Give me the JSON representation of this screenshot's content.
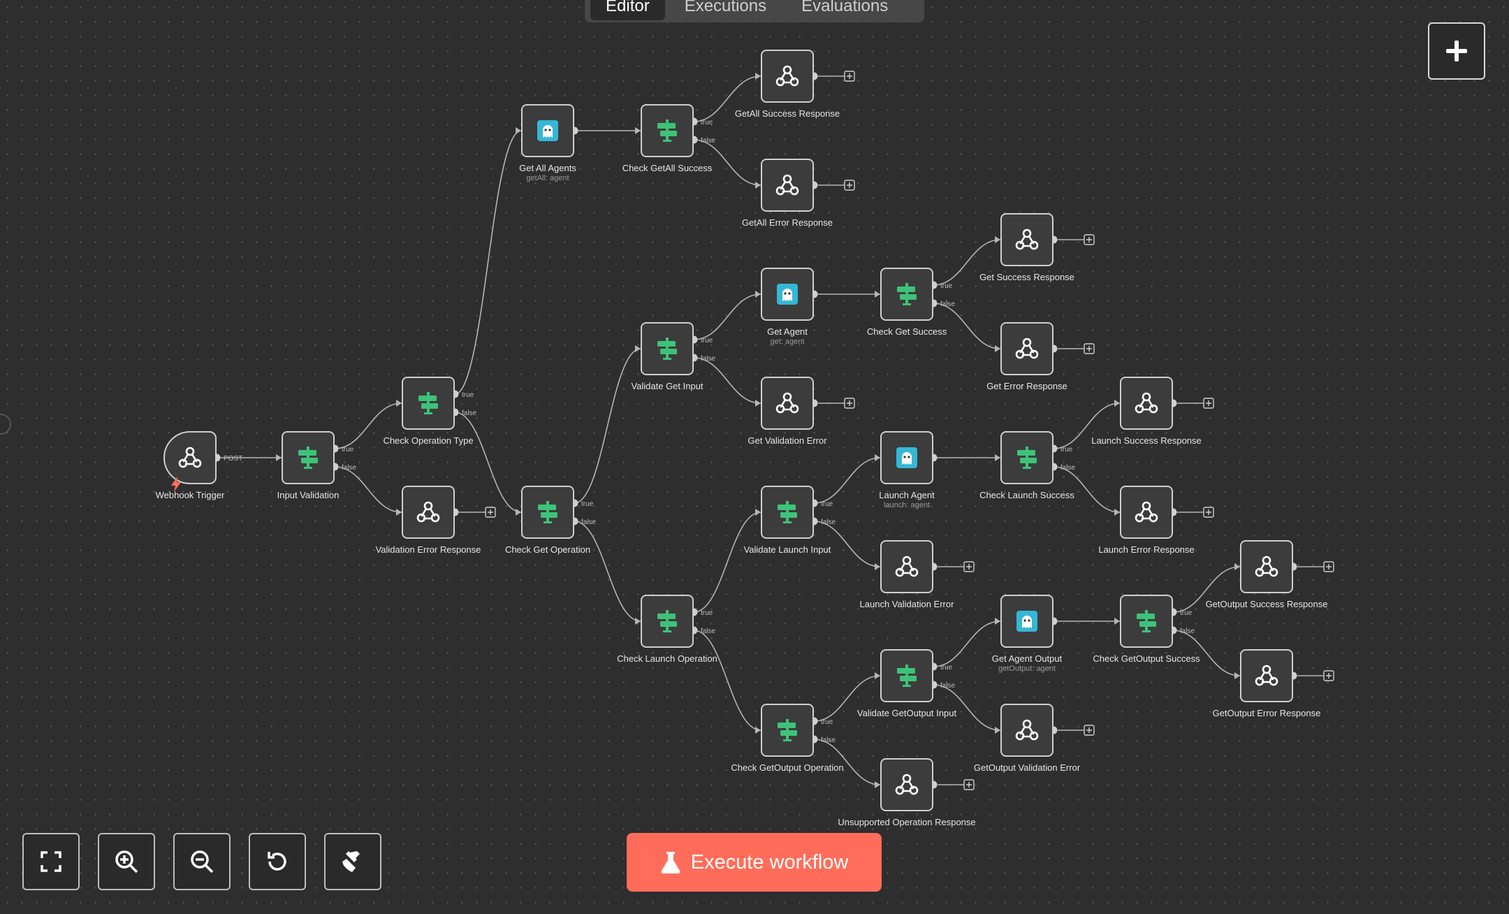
{
  "tabs": [
    "Editor",
    "Executions",
    "Evaluations"
  ],
  "nodes": [
    {
      "label": "Webhook Trigger",
      "icon": "webhook"
    },
    {
      "label": "Input Validation",
      "icon": "if"
    },
    {
      "label": "Check Operation Type",
      "icon": "if"
    },
    {
      "label": "Validation Error Response",
      "icon": "webhook"
    },
    {
      "label": "Get All Agents",
      "sub": "getAll: agent",
      "icon": "agent"
    },
    {
      "label": "Check GetAll Success",
      "icon": "if"
    },
    {
      "label": "GetAll Success Response",
      "icon": "webhook"
    },
    {
      "label": "GetAll Error Response",
      "icon": "webhook"
    },
    {
      "label": "Check Get Operation",
      "icon": "if"
    },
    {
      "label": "Validate Get Input",
      "icon": "if"
    },
    {
      "label": "Get Agent",
      "sub": "get: agent",
      "icon": "agent"
    },
    {
      "label": "Check Get Success",
      "icon": "if"
    },
    {
      "label": "Get Success Response",
      "icon": "webhook"
    },
    {
      "label": "Get Error Response",
      "icon": "webhook"
    },
    {
      "label": "Get Validation Error",
      "icon": "webhook"
    },
    {
      "label": "Check Launch Operation",
      "icon": "if"
    },
    {
      "label": "Validate Launch Input",
      "icon": "if"
    },
    {
      "label": "Launch Agent",
      "sub": "launch: agent",
      "icon": "agent"
    },
    {
      "label": "Check Launch Success",
      "icon": "if"
    },
    {
      "label": "Launch Success Response",
      "icon": "webhook"
    },
    {
      "label": "Launch Error Response",
      "icon": "webhook"
    },
    {
      "label": "Launch Validation Error",
      "icon": "webhook"
    },
    {
      "label": "Check GetOutput Operation",
      "icon": "if"
    },
    {
      "label": "Validate GetOutput Input",
      "icon": "if"
    },
    {
      "label": "Get Agent Output",
      "sub": "getOutput: agent",
      "icon": "agent"
    },
    {
      "label": "Check GetOutput Success",
      "icon": "if"
    },
    {
      "label": "GetOutput Success Response",
      "icon": "webhook"
    },
    {
      "label": "GetOutput Error Response",
      "icon": "webhook"
    },
    {
      "label": "GetOutput Validation Error",
      "icon": "webhook"
    },
    {
      "label": "Unsupported Operation Response",
      "icon": "webhook"
    }
  ],
  "branch_labels": {
    "true": "true",
    "false": "false",
    "post": "POST"
  },
  "controls": [
    "fullscreen-icon",
    "zoom-in-icon",
    "zoom-out-icon",
    "reset-zoom-icon",
    "tidy-up-icon"
  ],
  "execute_button": "Execute workflow",
  "colors": {
    "execute": "#ff6d5a",
    "if_node": "#3ec27a",
    "agent_node": "#35b7d6",
    "trigger_bolt": "#ff6d5a"
  }
}
